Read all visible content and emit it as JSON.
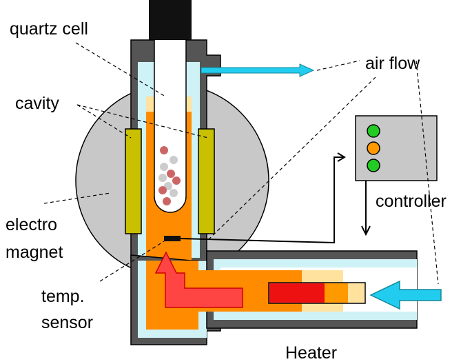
{
  "labels": {
    "quartz_cell": "quartz cell",
    "cavity": "cavity",
    "electro": "electro",
    "magnet": "magnet",
    "temp": "temp.",
    "sensor": "sensor",
    "air_flow": "air flow",
    "controller": "controller",
    "heater": "Heater"
  },
  "colors": {
    "magnet_disk": "#c8c8c8",
    "housing": "#555555",
    "cavity_coil": "#c8c000",
    "hot_air": "#ff8c00",
    "pale_zone": "#ffe29e",
    "cool_zone": "#cff2f7",
    "heater_core": "#ee1111",
    "flow_arrow": "#22ccee",
    "hot_arrow": "#ff4444",
    "led": "#22cc22",
    "led_amber": "#ff9900",
    "sample_red": "#cc6666",
    "sample_grey": "#cccccc"
  },
  "indicators": [
    {
      "name": "indicator-light-top",
      "color": "green"
    },
    {
      "name": "indicator-light-middle",
      "color": "orange"
    },
    {
      "name": "indicator-light-bottom",
      "color": "green"
    }
  ]
}
